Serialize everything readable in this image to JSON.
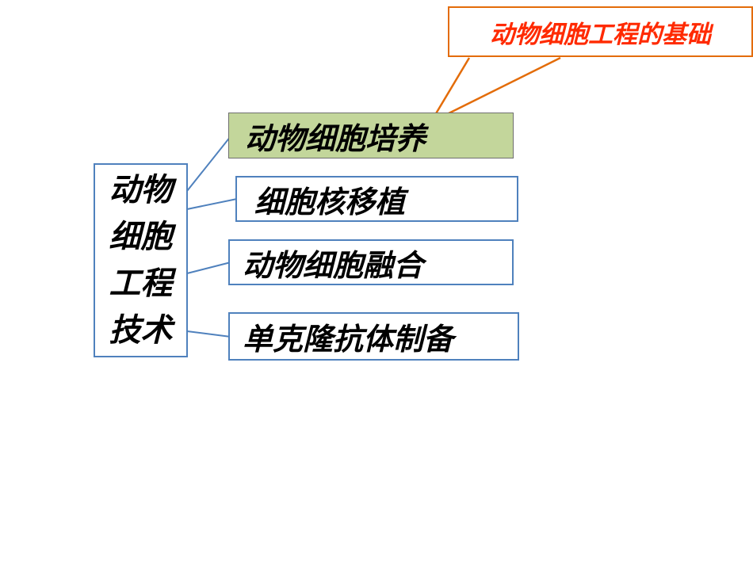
{
  "callout": {
    "label": "动物细胞工程的基础",
    "border_color": "#e36c09",
    "text_color": "#ff2a00"
  },
  "root": {
    "lines": [
      "动物",
      "细胞",
      "工程",
      "技术"
    ],
    "border_color": "#4f81bd",
    "text_color": "#000000"
  },
  "branches": [
    {
      "label": "动物细胞培养",
      "fill": "#c3d69b",
      "border": "#6f6f6f",
      "highlighted": true
    },
    {
      "label": "细胞核移植",
      "fill": "#ffffff",
      "border": "#4f81bd",
      "highlighted": false
    },
    {
      "label": "动物细胞融合",
      "fill": "#ffffff",
      "border": "#4f81bd",
      "highlighted": false
    },
    {
      "label": "单克隆抗体制备",
      "fill": "#ffffff",
      "border": "#4f81bd",
      "highlighted": false
    }
  ],
  "colors": {
    "connector_blue": "#4f81bd",
    "leader_orange": "#e36c09",
    "background": "#ffffff"
  }
}
